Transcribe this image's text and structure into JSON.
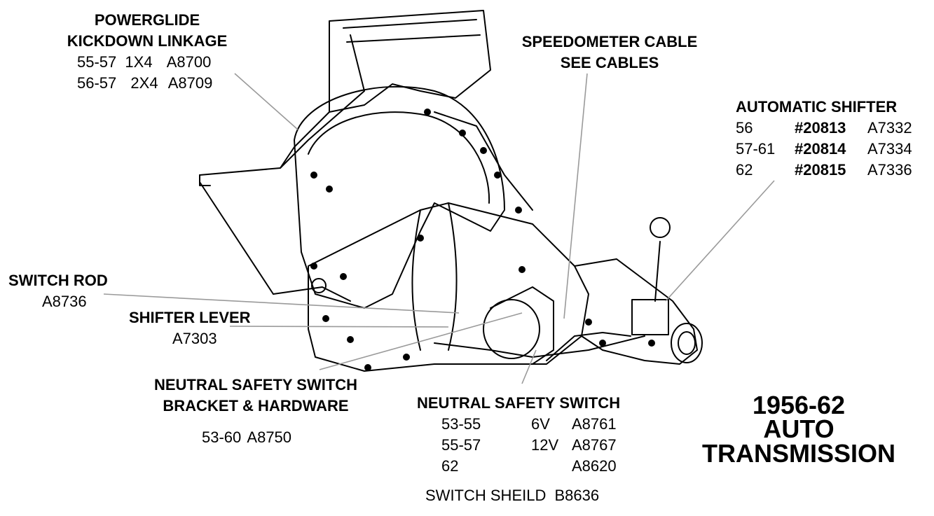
{
  "title": {
    "line1": "1956-62",
    "line2": "AUTO",
    "line3": "TRANSMISSION"
  },
  "kickdown": {
    "heading1": "POWERGLIDE",
    "heading2": "KICKDOWN LINKAGE",
    "rows": [
      {
        "years": "55-57",
        "spec": "1X4",
        "part": "A8700"
      },
      {
        "years": "56-57",
        "spec": "2X4",
        "part": "A8709"
      }
    ]
  },
  "speedometer": {
    "line1": "SPEEDOMETER CABLE",
    "line2": "SEE CABLES"
  },
  "shifter": {
    "heading": "AUTOMATIC SHIFTER",
    "rows": [
      {
        "years": "56",
        "num": "#20813",
        "part": "A7332"
      },
      {
        "years": "57-61",
        "num": "#20814",
        "part": "A7334"
      },
      {
        "years": "62",
        "num": "#20815",
        "part": "A7336"
      }
    ]
  },
  "switch_rod": {
    "heading": "SWITCH ROD",
    "part": "A8736"
  },
  "shifter_lever": {
    "heading": "SHIFTER LEVER",
    "part": "A7303"
  },
  "bracket": {
    "heading1": "NEUTRAL SAFETY SWITCH",
    "heading2": "BRACKET  & HARDWARE",
    "years": "53-60",
    "part": "A8750"
  },
  "nss": {
    "heading": "NEUTRAL SAFETY SWITCH",
    "rows": [
      {
        "years": "53-55",
        "volt": "6V",
        "part": "A8761"
      },
      {
        "years": "55-57",
        "volt": "12V",
        "part": "A8767"
      },
      {
        "years": "62",
        "volt": "",
        "part": "A8620"
      }
    ],
    "shield_label": "SWITCH SHEILD",
    "shield_part": "B8636"
  },
  "colors": {
    "ink": "#000000",
    "leader": "#9a9a9a",
    "paper": "#ffffff"
  }
}
